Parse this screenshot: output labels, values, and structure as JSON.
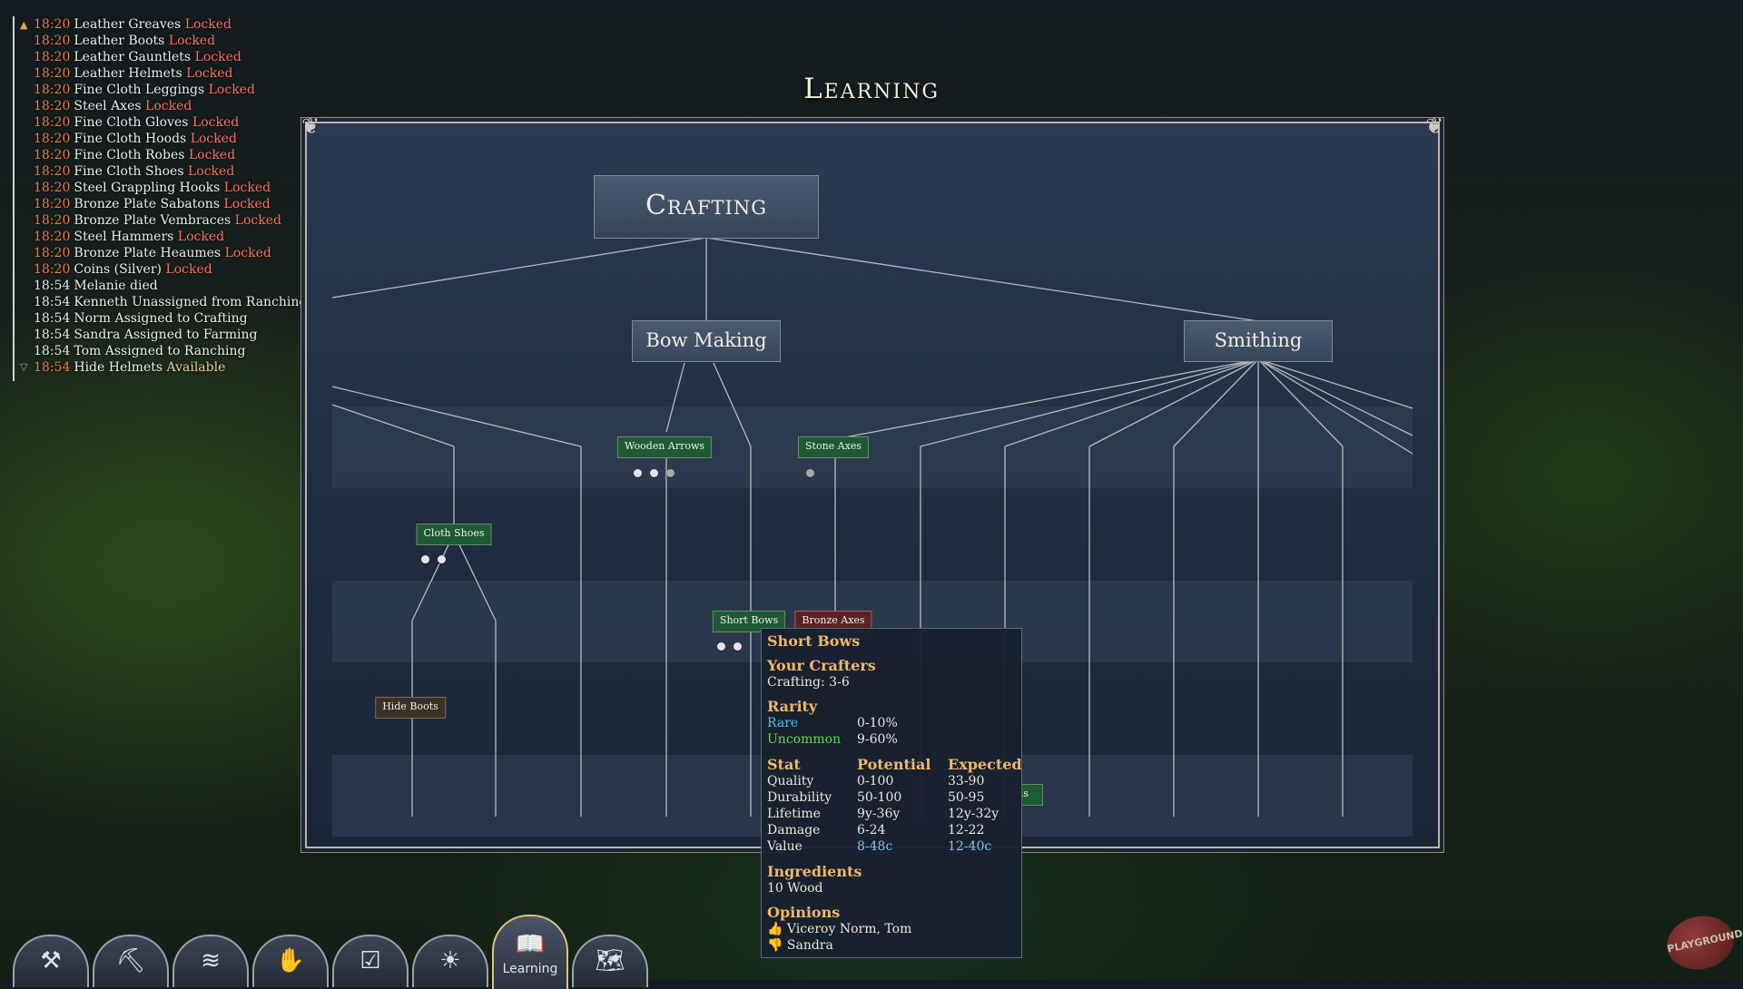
{
  "log": [
    {
      "time": "18:20",
      "text": "Leather Greaves",
      "status": "Locked"
    },
    {
      "time": "18:20",
      "text": "Leather Boots",
      "status": "Locked"
    },
    {
      "time": "18:20",
      "text": "Leather Gauntlets",
      "status": "Locked"
    },
    {
      "time": "18:20",
      "text": "Leather Helmets",
      "status": "Locked"
    },
    {
      "time": "18:20",
      "text": "Fine Cloth Leggings",
      "status": "Locked"
    },
    {
      "time": "18:20",
      "text": "Steel Axes",
      "status": "Locked"
    },
    {
      "time": "18:20",
      "text": "Fine Cloth Gloves",
      "status": "Locked"
    },
    {
      "time": "18:20",
      "text": "Fine Cloth Hoods",
      "status": "Locked"
    },
    {
      "time": "18:20",
      "text": "Fine Cloth Robes",
      "status": "Locked"
    },
    {
      "time": "18:20",
      "text": "Fine Cloth Shoes",
      "status": "Locked"
    },
    {
      "time": "18:20",
      "text": "Steel Grappling Hooks",
      "status": "Locked"
    },
    {
      "time": "18:20",
      "text": "Bronze Plate Sabatons",
      "status": "Locked"
    },
    {
      "time": "18:20",
      "text": "Bronze Plate Vembraces",
      "status": "Locked"
    },
    {
      "time": "18:20",
      "text": "Steel Hammers",
      "status": "Locked"
    },
    {
      "time": "18:20",
      "text": "Bronze Plate Heaumes",
      "status": "Locked"
    },
    {
      "time": "18:20",
      "text": "Coins (Silver)",
      "status": "Locked"
    },
    {
      "time": "18:54",
      "text": "Melanie died",
      "status": ""
    },
    {
      "time": "18:54",
      "text": "Kenneth Unassigned from Ranching",
      "status": ""
    },
    {
      "time": "18:54",
      "text": "Norm Assigned to Crafting",
      "status": ""
    },
    {
      "time": "18:54",
      "text": "Sandra Assigned to Farming",
      "status": ""
    },
    {
      "time": "18:54",
      "text": "Tom Assigned to Ranching",
      "status": ""
    },
    {
      "time": "18:54",
      "text": "Hide Helmets",
      "status": "Available"
    }
  ],
  "title": "Learning",
  "tree": {
    "root": "Crafting",
    "branches": [
      "Bow Making",
      "Smithing"
    ],
    "leaves": {
      "wooden_arrows": "Wooden Arrows",
      "stone_axes": "Stone Axes",
      "cloth_shoes": "Cloth Shoes",
      "short_bows": "Short Bows",
      "bronze_axes": "Bronze Axes",
      "hide_boots": "Hide Boots",
      "partial": "rds"
    }
  },
  "tooltip": {
    "title": "Short Bows",
    "crafters_heading": "Your Crafters",
    "crafters": "Crafting: 3-6",
    "rarity_heading": "Rarity",
    "rarity": [
      {
        "name": "Rare",
        "range": "0-10%",
        "color": "#4cc6e8"
      },
      {
        "name": "Uncommon",
        "range": "9-60%",
        "color": "#5adc4a"
      }
    ],
    "stat_headers": [
      "Stat",
      "Potential",
      "Expected"
    ],
    "stats": [
      {
        "stat": "Quality",
        "potential": "0-100",
        "expected": "33-90"
      },
      {
        "stat": "Durability",
        "potential": "50-100",
        "expected": "50-95"
      },
      {
        "stat": "Lifetime",
        "potential": "9y-36y",
        "expected": "12y-32y"
      },
      {
        "stat": "Damage",
        "potential": "6-24",
        "expected": "12-22"
      },
      {
        "stat": "Value",
        "potential": "8-48c",
        "expected": "12-40c"
      }
    ],
    "ingredients_heading": "Ingredients",
    "ingredients": "10 Wood",
    "opinions_heading": "Opinions",
    "likes": "Viceroy Norm, Tom",
    "dislikes": "Sandra"
  },
  "toolbar": [
    {
      "icon": "hammer-icon",
      "glyph": "⚒",
      "label": ""
    },
    {
      "icon": "shovel-icon",
      "glyph": "⛏",
      "label": ""
    },
    {
      "icon": "logs-icon",
      "glyph": "≋",
      "label": ""
    },
    {
      "icon": "hand-icon",
      "glyph": "✋",
      "label": ""
    },
    {
      "icon": "checklist-icon",
      "glyph": "☑",
      "label": ""
    },
    {
      "icon": "sun-icon",
      "glyph": "☀",
      "label": ""
    },
    {
      "icon": "book-icon",
      "glyph": "📖",
      "label": "Learning"
    },
    {
      "icon": "map-icon",
      "glyph": "🗺",
      "label": ""
    }
  ],
  "watermark": "PLAYGROUND",
  "colors": {
    "locked": "#ff6f5e",
    "available": "#f0cf80",
    "time": "#f07a40",
    "heading": "#f0b868"
  }
}
